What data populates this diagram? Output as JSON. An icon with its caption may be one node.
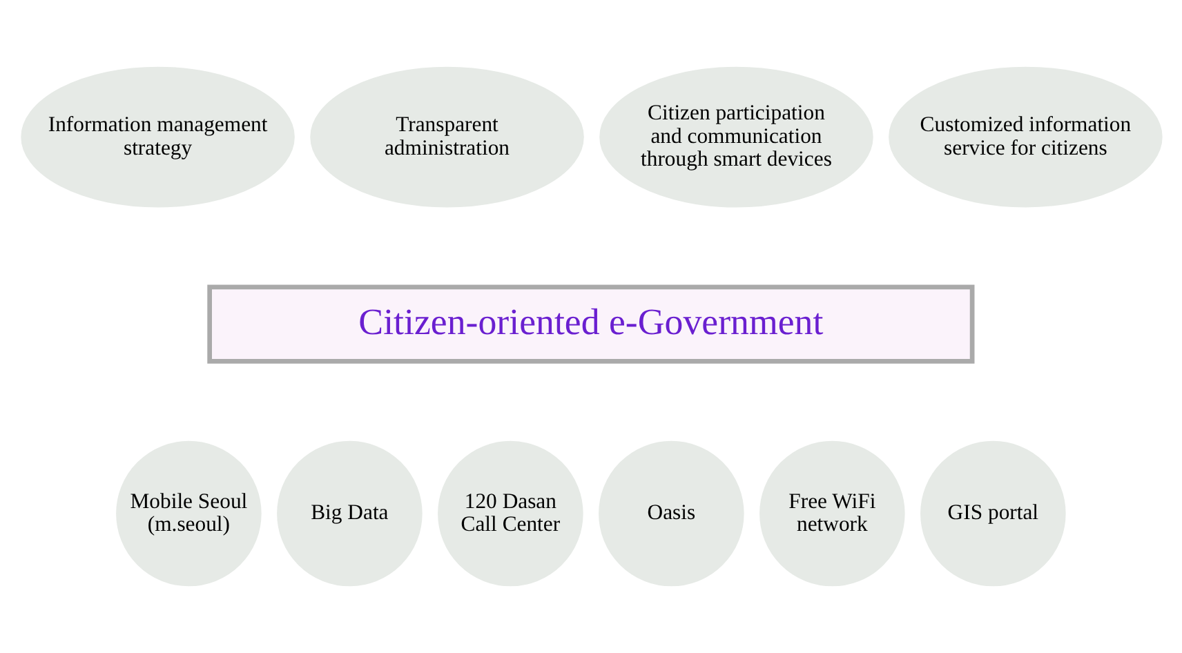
{
  "diagram": {
    "nodes": [
      {
        "text": [
          "Information management strategy"
        ]
      },
      {
        "text": [
          "Transparent administration"
        ]
      },
      {
        "text": [
          "Citizen participation and communication through smart devices"
        ]
      },
      {
        "text": [
          "Customized information service for citizens"
        ]
      },
      {
        "text": [
          "Citizen-oriented e-Government"
        ]
      },
      {
        "text": [
          "Mobile Seoul (m.seoul)"
        ]
      },
      {
        "text": [
          "Big Data"
        ]
      },
      {
        "text": [
          "120 Dasan Call Center"
        ]
      },
      {
        "text": [
          "Oasis"
        ]
      },
      {
        "text": [
          "Free WiFi network"
        ]
      },
      {
        "text": [
          "GIS portal"
        ]
      }
    ]
  }
}
